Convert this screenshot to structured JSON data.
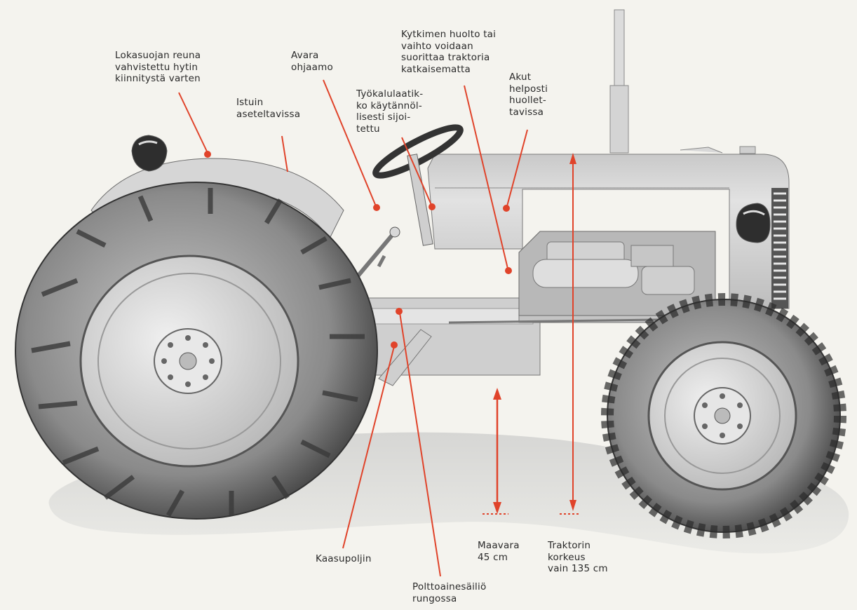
{
  "colors": {
    "background": "#f4f3ee",
    "annotation_red": "#e0432a",
    "text": "#2a2a2a",
    "metal_light": "#d9d9d9",
    "metal_mid": "#a9a9a9",
    "metal_dark": "#4a4a4a"
  },
  "annotations": [
    {
      "id": "fender",
      "text": "Lokasuojan  reuna\nvahvistettu hytin\nkiinnitystä  varten"
    },
    {
      "id": "seat",
      "text": "Istuin\naseteltavissa"
    },
    {
      "id": "cab",
      "text": "Avara\nohjaamo"
    },
    {
      "id": "toolbox",
      "text": "Työkalulaatik-\nko käytännöl-\nlisesti sijoi-\ntettu"
    },
    {
      "id": "clutch",
      "text": "Kytkimen huolto tai\nvaihto voidaan\nsuorittaa traktoria\nkatkaisematta"
    },
    {
      "id": "battery",
      "text": "Akut\nhelposti\nhuollet-\ntavissa"
    },
    {
      "id": "throttle",
      "text": "Kaasupoljin"
    },
    {
      "id": "fuel_tank",
      "text": "Polttoainesäiliö\nrungossa"
    },
    {
      "id": "clearance",
      "text": "Maavara\n45 cm"
    },
    {
      "id": "height",
      "text": "Traktorin\nkorkeus\nvain 135 cm"
    }
  ],
  "measurements": {
    "ground_clearance_cm": 45,
    "tractor_height_cm": 135
  }
}
